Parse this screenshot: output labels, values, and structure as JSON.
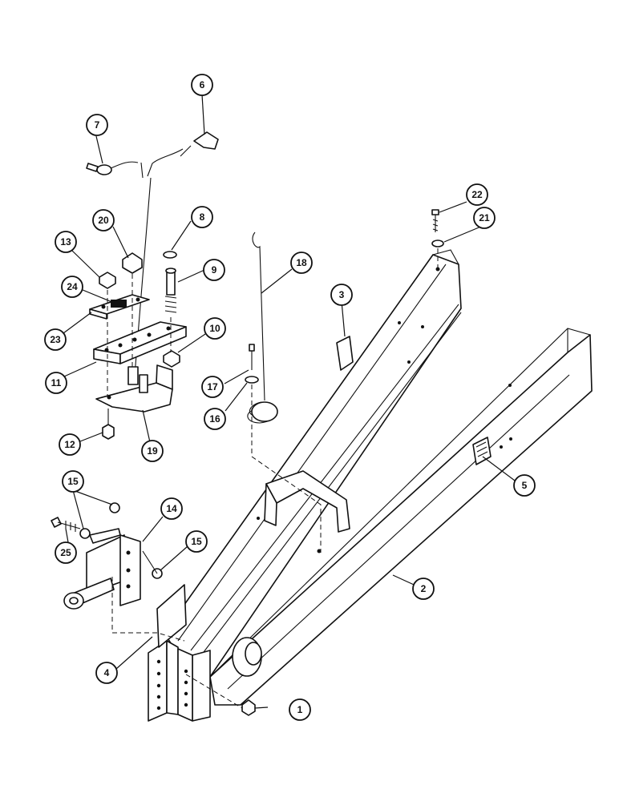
{
  "diagram": {
    "callouts": [
      {
        "id": "c1",
        "label": "1"
      },
      {
        "id": "c2",
        "label": "2"
      },
      {
        "id": "c3",
        "label": "3"
      },
      {
        "id": "c4",
        "label": "4"
      },
      {
        "id": "c5",
        "label": "5"
      },
      {
        "id": "c6",
        "label": "6"
      },
      {
        "id": "c7",
        "label": "7"
      },
      {
        "id": "c8",
        "label": "8"
      },
      {
        "id": "c9",
        "label": "9"
      },
      {
        "id": "c10",
        "label": "10"
      },
      {
        "id": "c11",
        "label": "11"
      },
      {
        "id": "c12",
        "label": "12"
      },
      {
        "id": "c13",
        "label": "13"
      },
      {
        "id": "c14",
        "label": "14"
      },
      {
        "id": "c15a",
        "label": "15"
      },
      {
        "id": "c15b",
        "label": "15"
      },
      {
        "id": "c16",
        "label": "16"
      },
      {
        "id": "c17",
        "label": "17"
      },
      {
        "id": "c18",
        "label": "18"
      },
      {
        "id": "c19",
        "label": "19"
      },
      {
        "id": "c20",
        "label": "20"
      },
      {
        "id": "c21",
        "label": "21"
      },
      {
        "id": "c22",
        "label": "22"
      },
      {
        "id": "c23",
        "label": "23"
      },
      {
        "id": "c24",
        "label": "24"
      },
      {
        "id": "c25",
        "label": "25"
      }
    ]
  }
}
